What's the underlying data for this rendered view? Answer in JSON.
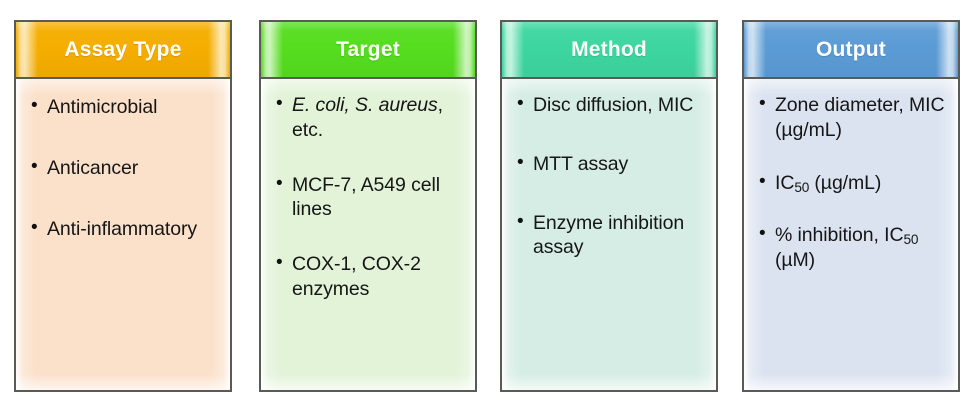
{
  "figure": {
    "type": "four-column-comparison-table",
    "columns": [
      {
        "id": "assay-type",
        "header": "Assay Type",
        "header_color": "#F5AE00",
        "body_color": "#FBE0CA",
        "items": [
          {
            "text": "Antimicrobial"
          },
          {
            "text": "Anticancer"
          },
          {
            "text": "Anti-inflammatory"
          }
        ]
      },
      {
        "id": "target",
        "header": "Target",
        "header_color": "#55DD1E",
        "body_color": "#E2F3D8",
        "items": [
          {
            "italic": "E. coli, S. aureus",
            "text": ", etc."
          },
          {
            "text": "MCF-7, A549 cell lines"
          },
          {
            "text": "COX-1, COX-2 enzymes"
          }
        ]
      },
      {
        "id": "method",
        "header": "Method",
        "header_color": "#3DD6A0",
        "body_color": "#D5EDE4",
        "items": [
          {
            "text": "Disc diffusion, MIC"
          },
          {
            "text": "MTT assay"
          },
          {
            "text": "Enzyme inhibition assay"
          }
        ]
      },
      {
        "id": "output",
        "header": "Output",
        "header_color": "#5B9BD5",
        "body_color": "#DCE3F0",
        "items": [
          {
            "text": "Zone diameter, MIC (µg/mL)"
          },
          {
            "pre": "IC",
            "sub": "50",
            "post": " (µg/mL)"
          },
          {
            "pre": "% inhibition, IC",
            "sub": "50",
            "post": " (µM)"
          }
        ]
      }
    ],
    "border_color": "#5A5A57",
    "page_background": "#FFFFFF"
  }
}
